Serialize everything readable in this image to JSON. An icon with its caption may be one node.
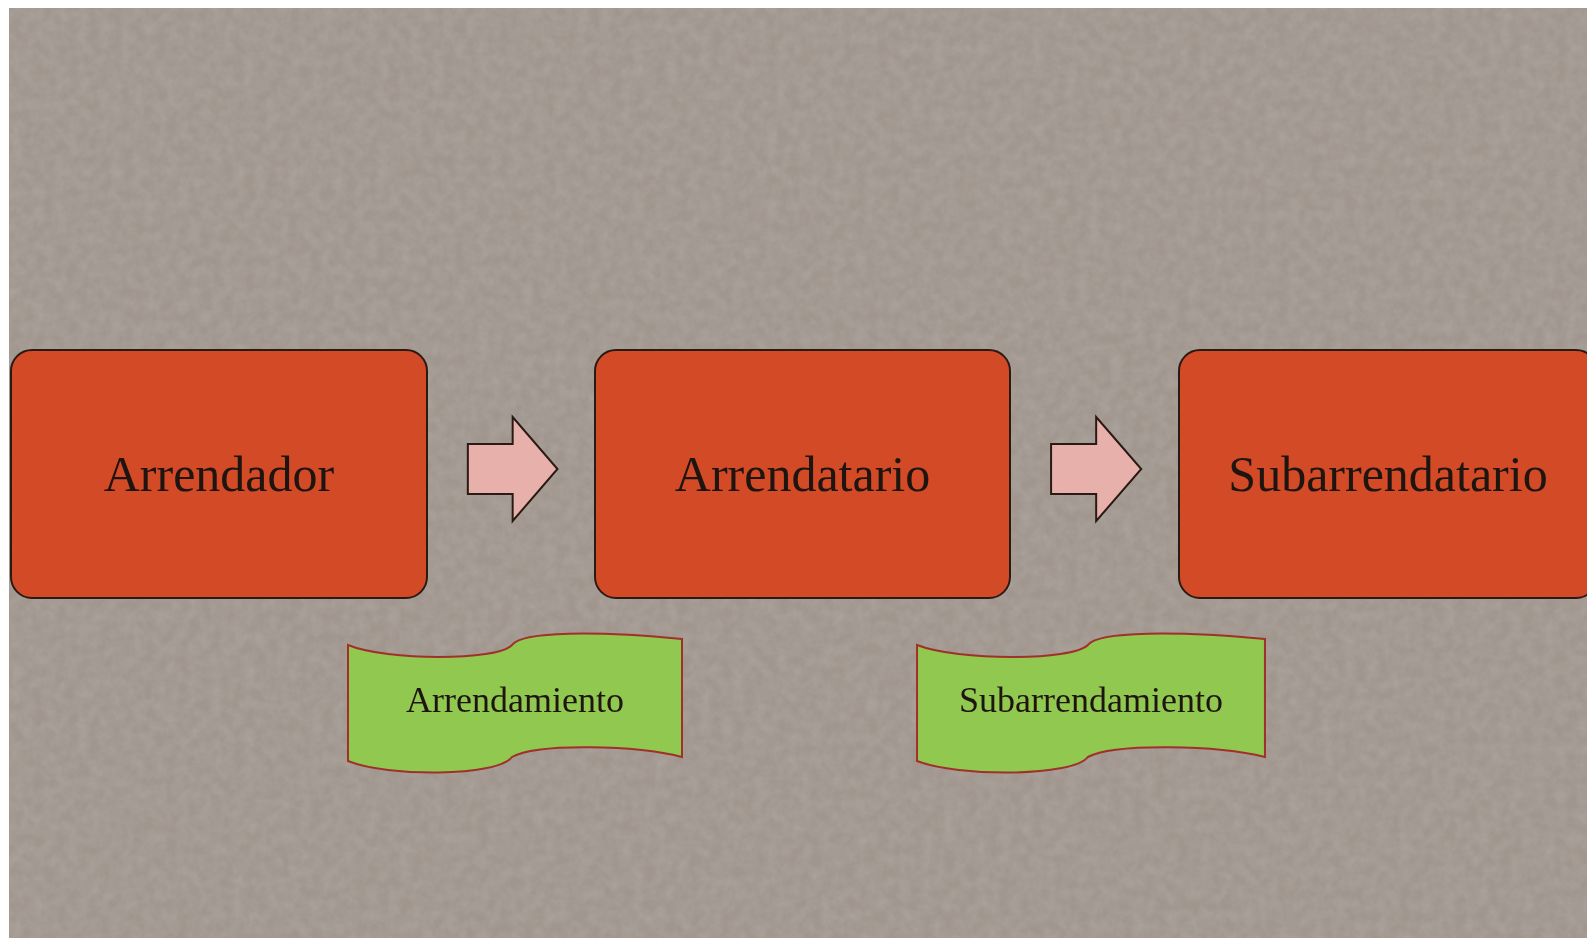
{
  "diagram": {
    "nodes": [
      {
        "text": [
          "Arrendador"
        ]
      },
      {
        "text": [
          "Arrendatario"
        ]
      },
      {
        "text": [
          "Subarrendatario"
        ]
      },
      {
        "text": [
          "Arrendamiento"
        ]
      },
      {
        "text": [
          "Subarrendamiento"
        ]
      }
    ],
    "edges": [
      {
        "from": 0,
        "to": 1,
        "arrow": "to"
      },
      {
        "from": 1,
        "to": 2,
        "arrow": "to"
      }
    ]
  }
}
